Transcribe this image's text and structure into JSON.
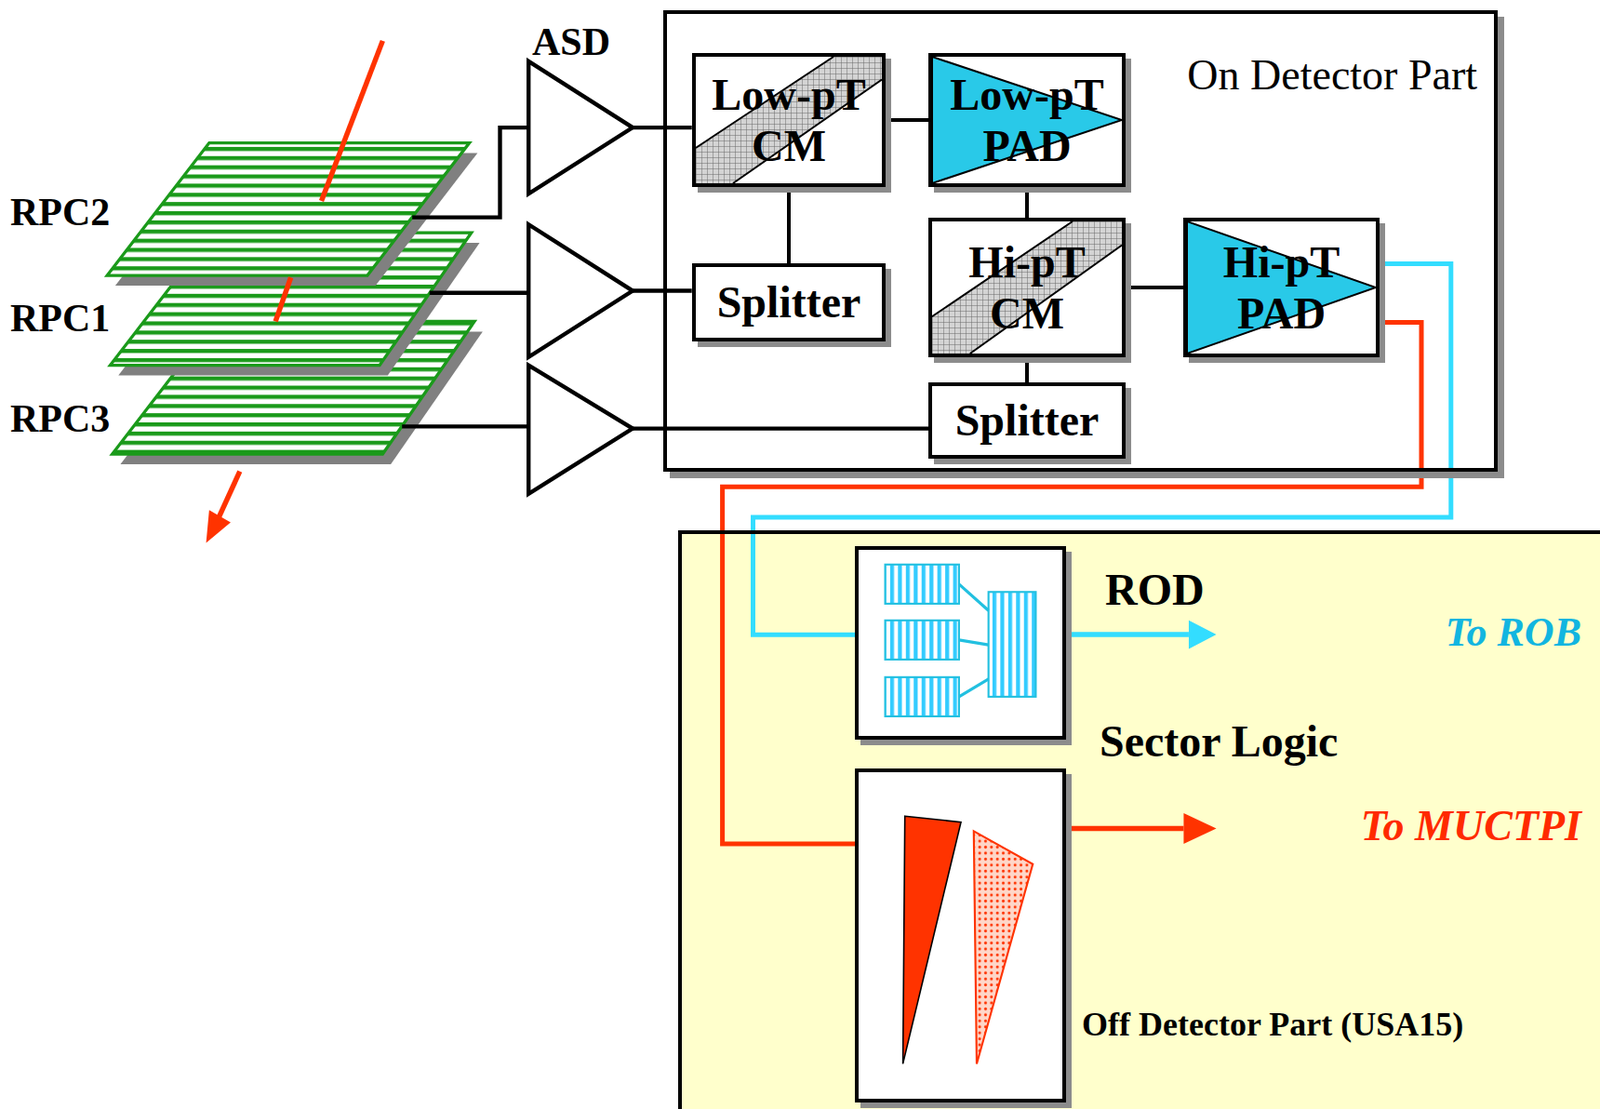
{
  "diagram": {
    "nodes": [
      {
        "text": [
          "On Detector Part"
        ]
      },
      {
        "text": [
          "Low-pT CM"
        ],
        "in": 0
      },
      {
        "text": [
          "Low-pT PAD"
        ],
        "in": 0
      },
      {
        "text": [
          "Splitter"
        ],
        "in": 0
      },
      {
        "text": [
          "Hi-pT CM"
        ],
        "in": 0
      },
      {
        "text": [
          "Hi-pT PAD"
        ],
        "in": 0
      },
      {
        "text": [
          "Splitter"
        ],
        "in": 0
      },
      {
        "text": [
          "Off Detector Part (USA15)"
        ]
      },
      {
        "text": [
          "ROD"
        ],
        "in": 7
      },
      {
        "text": [
          "Sector Logic"
        ],
        "in": 7
      }
    ],
    "edges": [
      {
        "from": 1,
        "to": 2,
        "arrow": "none"
      },
      {
        "from": 1,
        "to": 3,
        "arrow": "none"
      },
      {
        "from": 2,
        "to": 4,
        "arrow": "none"
      },
      {
        "from": 4,
        "to": 5,
        "arrow": "none"
      },
      {
        "from": 4,
        "to": 6,
        "arrow": "none"
      },
      {
        "from": 5,
        "to": 8,
        "arrow": "none"
      },
      {
        "from": 5,
        "to": 9,
        "arrow": "none"
      }
    ],
    "labels": [
      "ASD",
      "RPC2",
      "RPC1",
      "RPC3",
      "To ROB",
      "To MUCTPI"
    ]
  }
}
